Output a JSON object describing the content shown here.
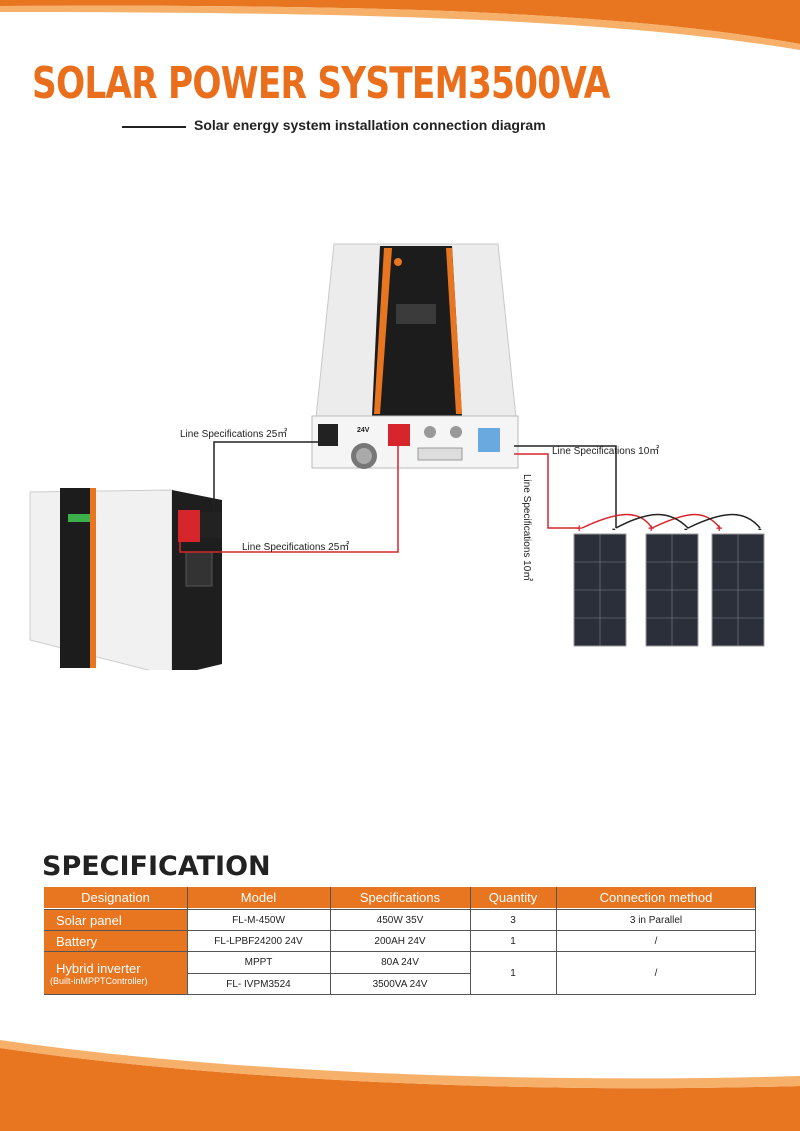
{
  "header": {
    "title": "SOLAR POWER SYSTEM3500VA",
    "subtitle": "Solar energy system installation connection diagram"
  },
  "diagram": {
    "battery_line_label_top": "Line Specifications 25㎡",
    "battery_line_label_bottom": "Line Specifications 25㎡",
    "pv_line_label_horizontal": "Line Specifications 10㎡",
    "pv_line_label_vertical": "Line Specifications 10㎡",
    "inverter_voltage_label": "24V",
    "colors": {
      "positive": "#d6262b",
      "negative": "#222222",
      "accent": "#e8751f"
    }
  },
  "specification": {
    "heading": "SPECIFICATION",
    "columns": [
      "Designation",
      "Model",
      "Specifications",
      "Quantity",
      "Connection method"
    ],
    "rows": [
      {
        "designation": "Solar panel",
        "model": "FL-M-450W",
        "spec": "450W  35V",
        "quantity": "3",
        "connection": "3 in Parallel"
      },
      {
        "designation": "Battery",
        "model": "FL-LPBF24200  24V",
        "spec": "200AH 24V",
        "quantity": "1",
        "connection": "/"
      },
      {
        "designation": "Hybrid inverter",
        "designation_sub": "(Built-inMPPTController)",
        "model": "MPPT",
        "spec": "80A  24V",
        "model2": "FL- IVPM3524",
        "spec2": "3500VA   24V",
        "quantity": "1",
        "connection": "/"
      }
    ]
  }
}
